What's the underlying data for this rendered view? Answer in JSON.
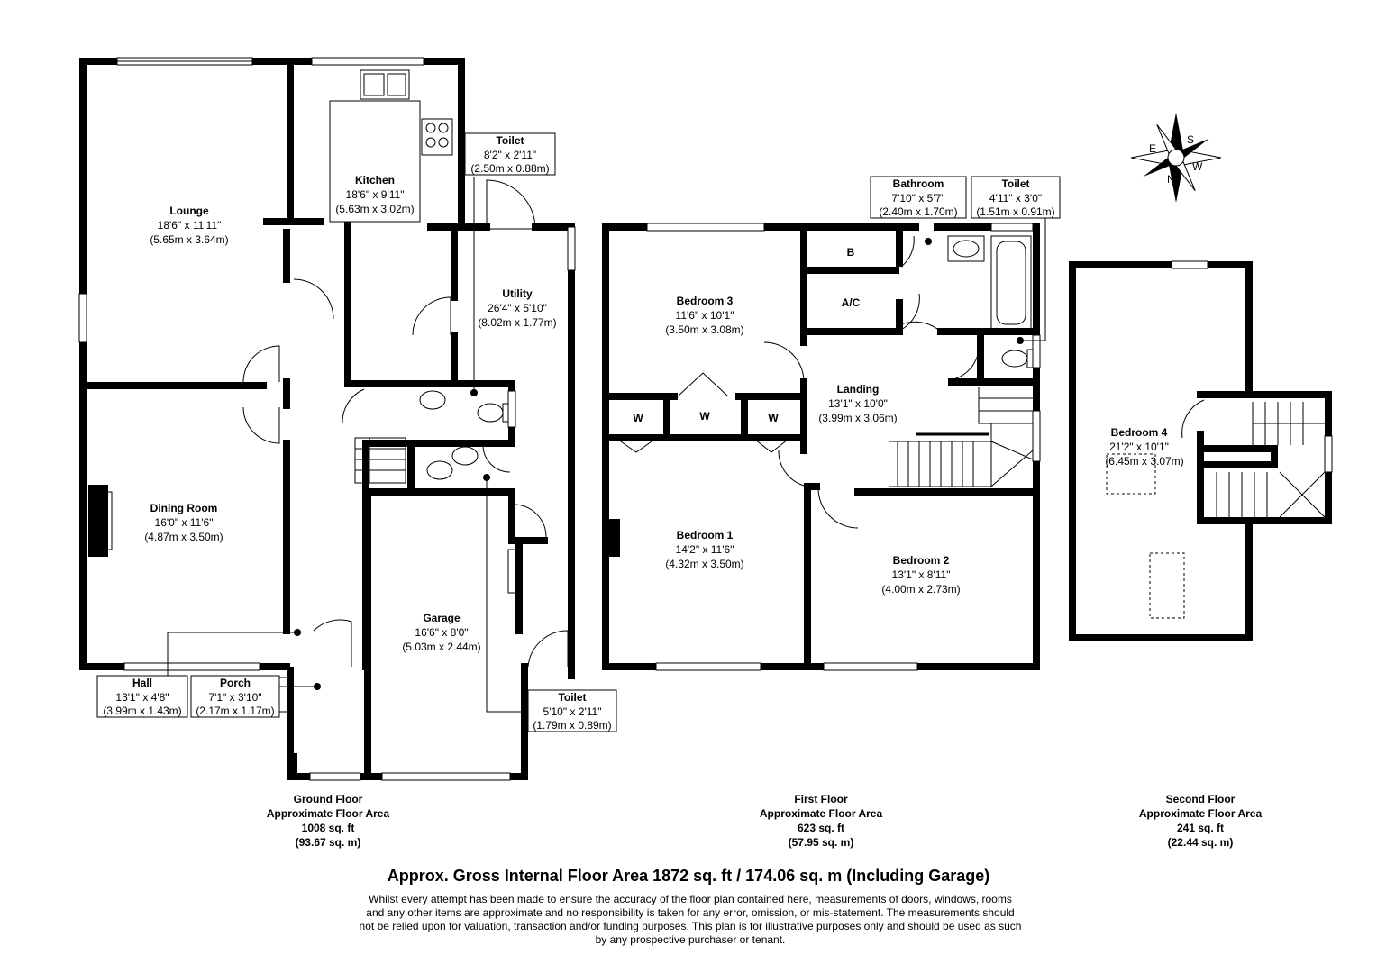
{
  "rooms": {
    "lounge": {
      "name": "Lounge",
      "imperial": "18'6\" x 11'11\"",
      "metric": "(5.65m x 3.64m)"
    },
    "kitchen": {
      "name": "Kitchen",
      "imperial": "18'6\" x 9'11\"",
      "metric": "(5.63m x 3.02m)"
    },
    "dining": {
      "name": "Dining Room",
      "imperial": "16'0\" x 11'6\"",
      "metric": "(4.87m x 3.50m)"
    },
    "utility": {
      "name": "Utility",
      "imperial": "26'4\" x 5'10\"",
      "metric": "(8.02m x 1.77m)"
    },
    "garage": {
      "name": "Garage",
      "imperial": "16'6\" x 8'0\"",
      "metric": "(5.03m x 2.44m)"
    },
    "toilet_gf_top": {
      "name": "Toilet",
      "imperial": "8'2\" x 2'11\"",
      "metric": "(2.50m x 0.88m)"
    },
    "toilet_gf_bottom": {
      "name": "Toilet",
      "imperial": "5'10\" x 2'11\"",
      "metric": "(1.79m x 0.89m)"
    },
    "hall": {
      "name": "Hall",
      "imperial": "13'1\" x 4'8\"",
      "metric": "(3.99m x 1.43m)"
    },
    "porch": {
      "name": "Porch",
      "imperial": "7'1\" x 3'10\"",
      "metric": "(2.17m x 1.17m)"
    },
    "bedroom3": {
      "name": "Bedroom 3",
      "imperial": "11'6\" x 10'1\"",
      "metric": "(3.50m x 3.08m)"
    },
    "bedroom1": {
      "name": "Bedroom 1",
      "imperial": "14'2\" x 11'6\"",
      "metric": "(4.32m x 3.50m)"
    },
    "bedroom2": {
      "name": "Bedroom 2",
      "imperial": "13'1\" x 8'11\"",
      "metric": "(4.00m x 2.73m)"
    },
    "landing": {
      "name": "Landing",
      "imperial": "13'1\" x 10'0\"",
      "metric": "(3.99m x 3.06m)"
    },
    "bathroom": {
      "name": "Bathroom",
      "imperial": "7'10\" x 5'7\"",
      "metric": "(2.40m x 1.70m)"
    },
    "toilet_ff": {
      "name": "Toilet",
      "imperial": "4'11\" x 3'0\"",
      "metric": "(1.51m x 0.91m)"
    },
    "bedroom4": {
      "name": "Bedroom 4",
      "imperial": "21'2\" x 10'1\"",
      "metric": "(6.45m x 3.07m)"
    },
    "boiler": {
      "name": "B"
    },
    "airing": {
      "name": "A/C"
    },
    "wardrobe": {
      "name": "W"
    }
  },
  "floors": {
    "ground": {
      "line1": "Ground Floor",
      "line2": "Approximate Floor Area",
      "line3": "1008 sq. ft",
      "line4": "(93.67 sq. m)"
    },
    "first": {
      "line1": "First Floor",
      "line2": "Approximate Floor Area",
      "line3": "623 sq. ft",
      "line4": "(57.95 sq. m)"
    },
    "second": {
      "line1": "Second Floor",
      "line2": "Approximate Floor Area",
      "line3": "241 sq. ft",
      "line4": "(22.44 sq. m)"
    }
  },
  "compass": {
    "labels": [
      "S",
      "W",
      "N",
      "E"
    ],
    "icon": "compass-rose-icon"
  },
  "gross_area": "Approx. Gross Internal Floor Area 1872 sq. ft / 174.06 sq. m (Including Garage)",
  "disclaimer": "Whilst every attempt has been made to ensure the accuracy of the floor plan contained here, measurements of doors, windows, rooms and any other items are approximate and no responsibility is taken for any error, omission, or mis-statement. The measurements should not be relied upon for valuation, transaction and/or funding purposes. This plan is for illustrative purposes only and should be used as such by any prospective purchaser or tenant."
}
